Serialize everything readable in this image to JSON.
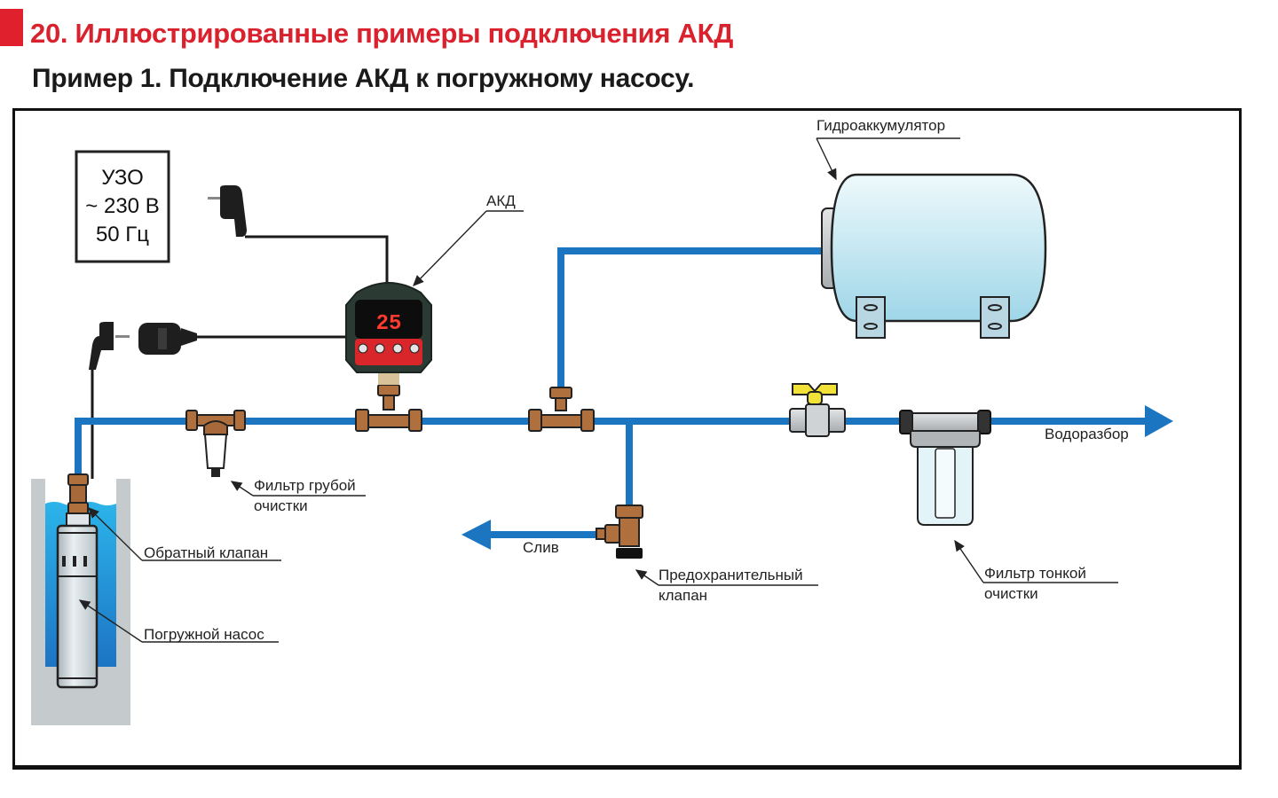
{
  "header": {
    "section_title": "20. Иллюстрированные примеры подключения АКД",
    "example_title": "Пример 1. Подключение АКД к погружному насосу."
  },
  "colors": {
    "accent_red": "#d9222d",
    "pipe_blue": "#1b75c0",
    "brass": "#b0703d",
    "tank_fill": "#cbeaf3",
    "water": "#1ea0dc",
    "well_gray": "#c5cbcc",
    "valve_handle": "#f2e137"
  },
  "power_box": {
    "line1": "УЗО",
    "line2": "~ 230 В",
    "line3": "50 Гц"
  },
  "controller": {
    "label": "АКД",
    "display_value": "25"
  },
  "labels": {
    "accumulator": "Гидроаккумулятор",
    "coarse_filter_1": "Фильтр грубой",
    "coarse_filter_2": "очистки",
    "check_valve": "Обратный клапан",
    "pump": "Погружной насос",
    "drain": "Слив",
    "safety_valve_1": "Предохранительный",
    "safety_valve_2": "клапан",
    "fine_filter_1": "Фильтр тонкой",
    "fine_filter_2": "очистки",
    "outlet": "Водоразбор"
  }
}
